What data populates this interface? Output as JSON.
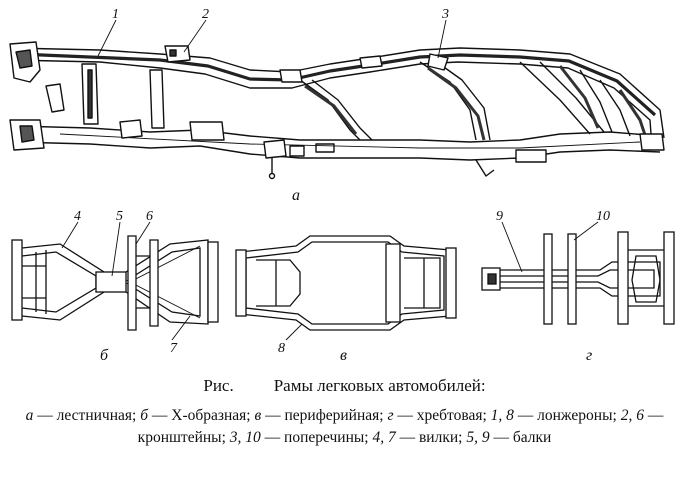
{
  "figure": {
    "main_view": {
      "label": "а",
      "callouts": [
        "1",
        "2",
        "3"
      ]
    },
    "views": [
      {
        "id": "b",
        "label": "б",
        "callouts": [
          "4",
          "5",
          "6",
          "7"
        ]
      },
      {
        "id": "v",
        "label": "в",
        "callouts": [
          "8"
        ]
      },
      {
        "id": "g",
        "label": "г",
        "callouts": [
          "9",
          "10"
        ]
      }
    ]
  },
  "caption": {
    "prefix": "Рис.",
    "title": "Рамы легковых автомобилей:",
    "legend": [
      {
        "key": "а",
        "text": " — лестничная; "
      },
      {
        "key": "б",
        "text": " — Х-образная; "
      },
      {
        "key": "в",
        "text": " — периферийная; "
      },
      {
        "key": "г",
        "text": " — хребтовая; "
      },
      {
        "key": "1, 8",
        "text": " — лонжероны; "
      },
      {
        "key": "2, 6",
        "text": " — кронштейны; "
      },
      {
        "key": "3, 10",
        "text": " — поперечины; "
      },
      {
        "key": "4, 7",
        "text": " — вилки; "
      },
      {
        "key": "5, 9",
        "text": " — балки"
      }
    ]
  }
}
